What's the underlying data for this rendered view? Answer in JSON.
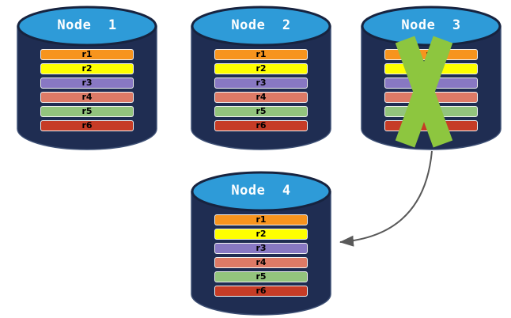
{
  "colors": {
    "background": "#FFFFFF",
    "cylinder_body": "#1F2D52",
    "cylinder_edge": "#3C4E73",
    "cylinder_top": "#2E9BD8",
    "cylinder_top_border": "#17233F",
    "node_label": "#FFFFFF",
    "bar_border": "#F2F2F2",
    "bar_text": "#000000",
    "x_mark": "#8DC63F",
    "arrow": "#595959"
  },
  "nodes": [
    {
      "id": "node-1",
      "label": "Node  1",
      "failed": false,
      "records": [
        {
          "label": "r1",
          "color": "#F7941E"
        },
        {
          "label": "r2",
          "color": "#FFFF00"
        },
        {
          "label": "r3",
          "color": "#8878C3"
        },
        {
          "label": "r4",
          "color": "#DD7A66"
        },
        {
          "label": "r5",
          "color": "#93C47D"
        },
        {
          "label": "r6",
          "color": "#C63C26"
        }
      ]
    },
    {
      "id": "node-2",
      "label": "Node  2",
      "failed": false,
      "records": [
        {
          "label": "r1",
          "color": "#F7941E"
        },
        {
          "label": "r2",
          "color": "#FFFF00"
        },
        {
          "label": "r3",
          "color": "#8878C3"
        },
        {
          "label": "r4",
          "color": "#DD7A66"
        },
        {
          "label": "r5",
          "color": "#93C47D"
        },
        {
          "label": "r6",
          "color": "#C63C26"
        }
      ]
    },
    {
      "id": "node-3",
      "label": "Node  3",
      "failed": true,
      "records": [
        {
          "label": "r1",
          "color": "#F7941E"
        },
        {
          "label": "r2",
          "color": "#FFFF00"
        },
        {
          "label": "r3",
          "color": "#8878C3"
        },
        {
          "label": "r4",
          "color": "#DD7A66"
        },
        {
          "label": "r5",
          "color": "#93C47D"
        },
        {
          "label": "r6",
          "color": "#C63C26"
        }
      ]
    },
    {
      "id": "node-4",
      "label": "Node  4",
      "failed": false,
      "records": [
        {
          "label": "r1",
          "color": "#F7941E"
        },
        {
          "label": "r2",
          "color": "#FFFF00"
        },
        {
          "label": "r3",
          "color": "#8878C3"
        },
        {
          "label": "r4",
          "color": "#DD7A66"
        },
        {
          "label": "r5",
          "color": "#93C47D"
        },
        {
          "label": "r6",
          "color": "#C63C26"
        }
      ]
    }
  ],
  "connector": {
    "from": "Node 3",
    "to": "Node 4"
  }
}
